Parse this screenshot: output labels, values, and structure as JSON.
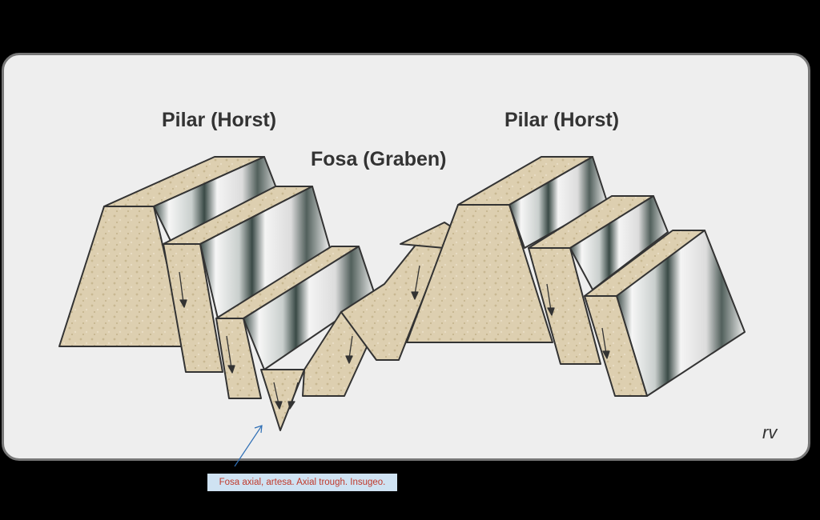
{
  "labels": {
    "horst_left": "Pilar (Horst)",
    "horst_right": "Pilar (Horst)",
    "graben": "Fosa (Graben)",
    "signature": "rv"
  },
  "caption": "Fosa axial, artesa. Axial trough. Insugeo.",
  "colors": {
    "background": "#000000",
    "panel": "#eeeeee",
    "block_face": "#ddcfb0",
    "fault_scarp": "#f2f2f2",
    "scarp_shadow": "#3a4a46",
    "caption_bg": "#cfe2f2",
    "caption_text": "#c0392b",
    "arrow": "#2f6fb5"
  }
}
